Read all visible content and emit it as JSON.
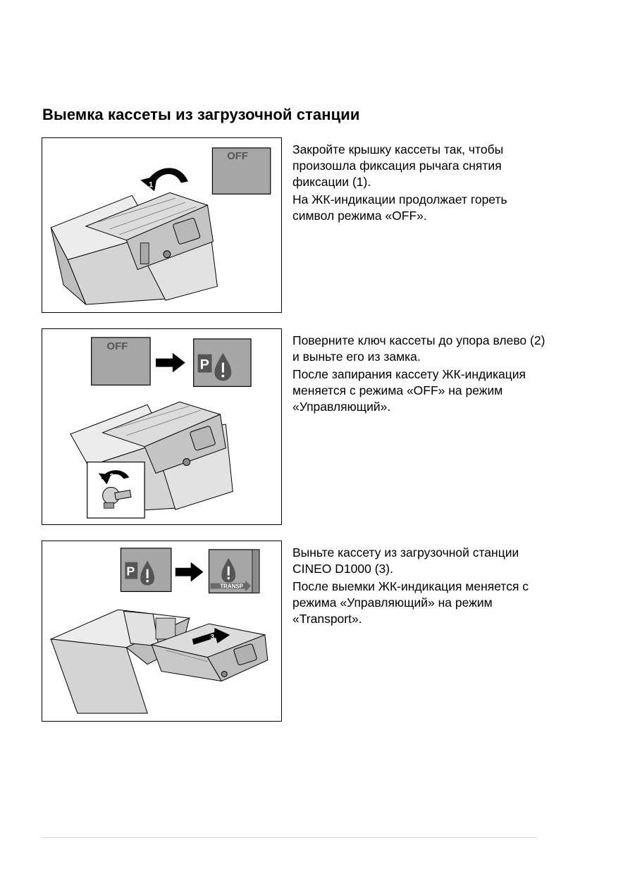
{
  "title": "Выемка кассеты из загрузочной станции",
  "steps": [
    {
      "lcd_from": "OFF",
      "callout": "1",
      "paragraphs": [
        "Закройте крышку кассеты так, чтобы произошла фиксация рычага снятия фиксации (1).",
        "На ЖК-индикации продолжает гореть символ режима «OFF»."
      ]
    },
    {
      "lcd_from": "OFF",
      "lcd_to": "P",
      "callout": "2",
      "paragraphs": [
        "Поверните ключ кассеты до упора влево (2) и выньте его из замка.",
        "После запирания кассету ЖК-индикация меняется с режима «OFF» на режим «Управляющий»."
      ]
    },
    {
      "lcd_from": "P",
      "lcd_to_label": "TRANSP",
      "callout": "3",
      "paragraphs": [
        "Выньте кассету из загрузочной станции CINEO D1000 (3).",
        "После выемки ЖК-индикация меняется с режима «Управляющий» на режим «Transport»."
      ]
    }
  ],
  "colors": {
    "lcd_background": "#a6a6a6",
    "device_light": "#e6e6e6",
    "device_mid": "#c8c8c8",
    "device_dark": "#9a9a9a"
  }
}
